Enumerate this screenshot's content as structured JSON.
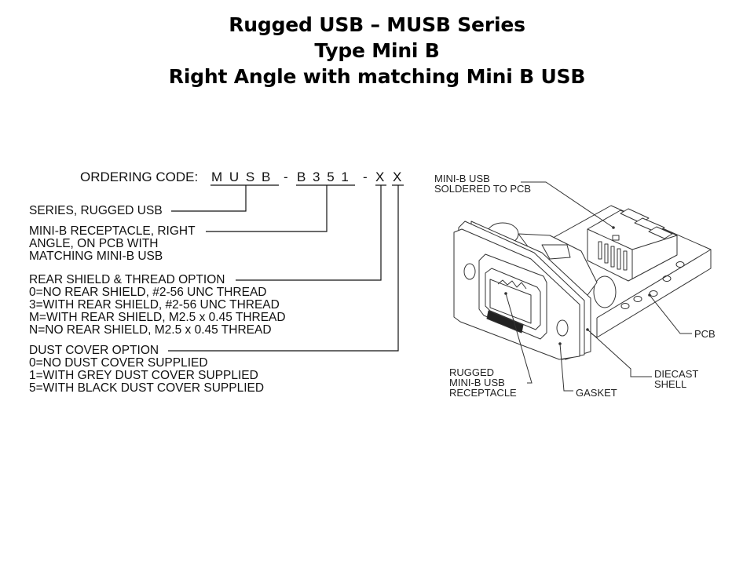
{
  "slide": {
    "title_lines": [
      "Rugged USB – MUSB Series",
      "Type Mini B",
      "Right Angle with matching Mini B USB"
    ]
  },
  "ordering_code": {
    "label": "ORDERING CODE:",
    "segments": [
      "M U S B",
      "-",
      "B 3 5 1",
      "-",
      "X",
      "X"
    ]
  },
  "descriptions": {
    "series": "SERIES, RUGGED USB",
    "receptacle": [
      "MINI-B RECEPTACLE, RIGHT",
      "ANGLE, ON PCB WITH",
      "MATCHING MINI-B USB"
    ],
    "rear_shield": {
      "heading": "REAR SHIELD & THREAD OPTION",
      "options": [
        "0=NO REAR SHIELD, #2-56 UNC THREAD",
        "3=WITH REAR SHIELD, #2-56 UNC THREAD",
        "M=WITH REAR SHIELD, M2.5 x 0.45 THREAD",
        "N=NO REAR SHIELD, M2.5 x 0.45 THREAD"
      ]
    },
    "dust_cover": {
      "heading": "DUST COVER OPTION",
      "options": [
        "0=NO DUST COVER SUPPLIED",
        "1=WITH GREY DUST COVER SUPPLIED",
        "5=WITH BLACK DUST COVER SUPPLIED"
      ]
    }
  },
  "drawing_labels": {
    "mini_b_usb": [
      "MINI-B USB",
      "SOLDERED TO PCB"
    ],
    "pcb": "PCB",
    "diecast_shell": [
      "DIECAST",
      "SHELL"
    ],
    "rugged_receptacle": [
      "RUGGED",
      "MINI-B USB",
      "RECEPTACLE"
    ],
    "gasket": "GASKET"
  }
}
